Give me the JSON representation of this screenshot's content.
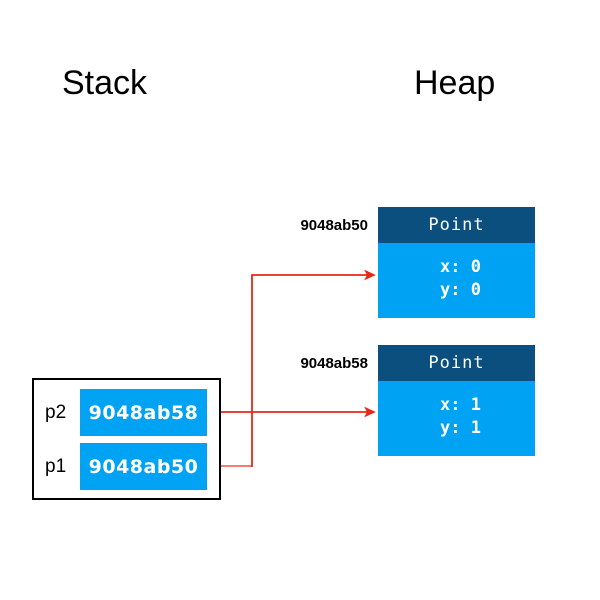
{
  "diagram": {
    "title_stack": "Stack",
    "title_heap": "Heap",
    "colors": {
      "heap_header": "#0a4f7d",
      "heap_body": "#00a2f3",
      "stack_value_box": "#00a2f3",
      "arrow_p2": "#e8271a",
      "arrow_p1": "#f4685e",
      "frame_border": "#000000",
      "text_on_blue": "#ffffff",
      "text": "#000000",
      "background": "#ffffff"
    }
  },
  "stack": {
    "rows": [
      {
        "name": "p2",
        "value": "9048ab58"
      },
      {
        "name": "p1",
        "value": "9048ab50"
      }
    ]
  },
  "heap": {
    "objects": [
      {
        "address": "9048ab50",
        "type": "Point",
        "fields": [
          {
            "line": "x: 0"
          },
          {
            "line": "y: 0"
          }
        ]
      },
      {
        "address": "9048ab58",
        "type": "Point",
        "fields": [
          {
            "line": "x: 1"
          },
          {
            "line": "y: 1"
          }
        ]
      }
    ]
  },
  "arrows": [
    {
      "from": "p2",
      "to": "9048ab58",
      "color": "#e8271a"
    },
    {
      "from": "p1",
      "to": "9048ab50",
      "color": "#f4685e"
    }
  ]
}
